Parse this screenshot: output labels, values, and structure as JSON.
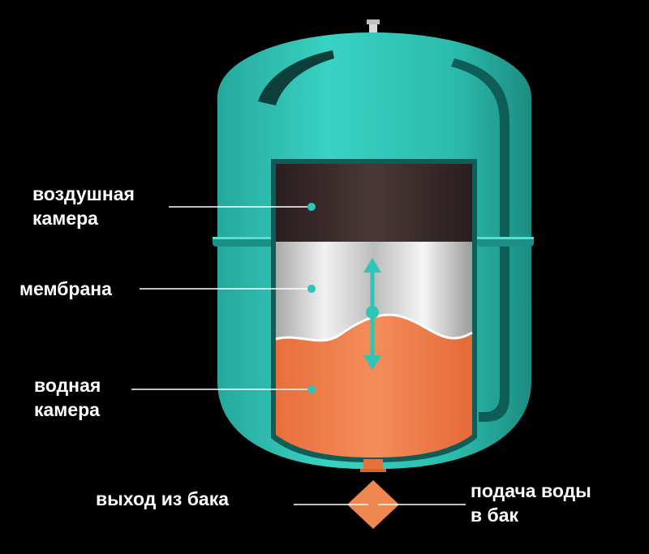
{
  "labels": {
    "air_chamber": [
      "воздушная",
      "камера"
    ],
    "membrane": "мембрана",
    "water_chamber": [
      "водная",
      "камера"
    ],
    "outlet": "выход из бака",
    "inlet": [
      "подача воды",
      "в бак"
    ]
  },
  "colors": {
    "background": "#000000",
    "tank_body": "#2ec4b6",
    "tank_dark": "#0f5d57",
    "air_chamber": "#3a2a2a",
    "membrane": "#e8e8e8",
    "water": "#f08650",
    "arrow": "#2ec4b6",
    "text": "#ffffff"
  },
  "icons": {
    "membrane_motion": "double-arrow-vertical-icon",
    "flow_valve": "diamond-valve-icon"
  }
}
